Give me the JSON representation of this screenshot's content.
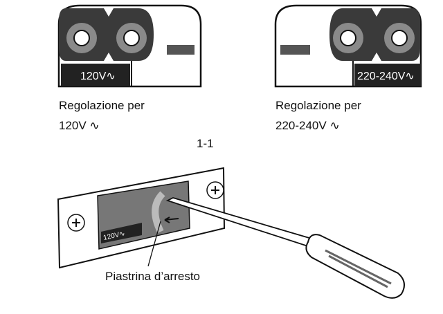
{
  "figure_number": "1-1",
  "panels": [
    {
      "plate_label": "120V∿",
      "caption_line1": "Regolazione per",
      "caption_line2": "120V ∿"
    },
    {
      "plate_label": "220-240V∿",
      "caption_line1": "Regolazione per",
      "caption_line2": "220-240V ∿"
    }
  ],
  "illustration": {
    "plate_label": "120V∿",
    "callout": "Piastrina d’arresto"
  }
}
